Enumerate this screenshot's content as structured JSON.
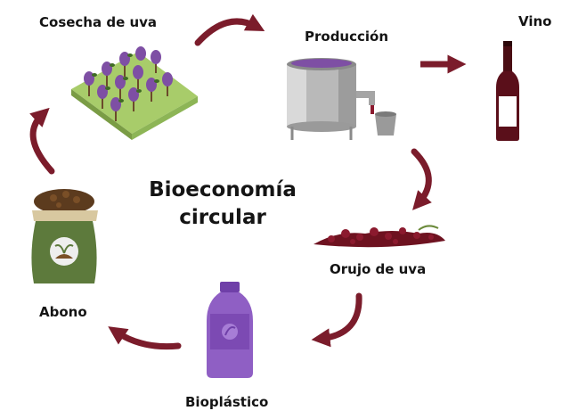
{
  "diagram": {
    "title_line1": "Bioeconomía",
    "title_line2": "circular",
    "stages": {
      "harvest": "Cosecha de uva",
      "production": "Producción",
      "wine": "Vino",
      "pomace": "Orujo de uva",
      "bioplastic": "Bioplástico",
      "compost": "Abono"
    }
  },
  "colors": {
    "arrow": "#7b1c2b",
    "grape": "#7e4fa4",
    "bioplastic": "#8f5fc4",
    "compost_sack": "#5d7a3c",
    "vineyard_grass": "#a8cc6a"
  },
  "icons": [
    "vineyard-icon",
    "wine-press-icon",
    "wine-bottle-icon",
    "grape-pomace-icon",
    "plastic-bottle-icon",
    "compost-sack-icon"
  ]
}
